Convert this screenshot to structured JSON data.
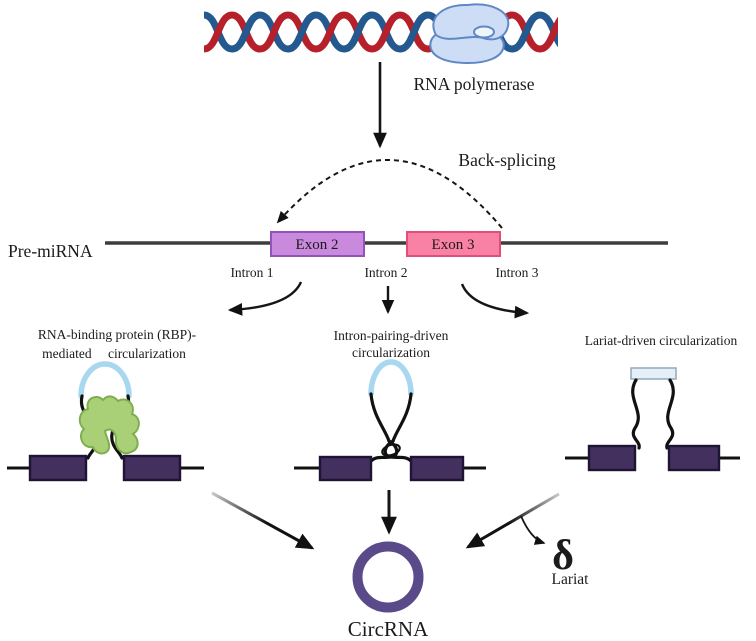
{
  "figure": {
    "top": {
      "rna_polymerase_label": "RNA polymerase"
    },
    "splicing": {
      "back_splicing_label": "Back-splicing",
      "pre_mirna_label": "Pre-miRNA",
      "exon2_label": "Exon 2",
      "exon3_label": "Exon 3",
      "intron1_label": "Intron 1",
      "intron2_label": "Intron 2",
      "intron3_label": "Intron 3"
    },
    "pathways": {
      "rbp": {
        "line1": "RNA-binding protein (RBP)-",
        "line2": "mediated circularization"
      },
      "intron_pairing": {
        "line1": "Intron-pairing-driven",
        "line2": "circularization"
      },
      "lariat_driven": {
        "label": "Lariat-driven circularization"
      }
    },
    "products": {
      "circrna_label": "CircRNA",
      "lariat_label": "Lariat"
    }
  },
  "icons": {
    "lariat_icon": "δ"
  },
  "colors": {
    "dna_red": "#b5202a",
    "dna_blue": "#24598f",
    "polymerase_fill": "#cdddf6",
    "polymerase_stroke": "#6188c6",
    "exon2_fill": "#c98ade",
    "exon2_stroke": "#9152bb",
    "exon3_fill": "#fa81a6",
    "exon3_stroke": "#df4f78",
    "exon_dark_fill": "#44305f",
    "exon_dark_stroke": "#1e1433",
    "rbp_protein_fill": "#a9d077",
    "rbp_protein_stroke": "#7fae4e",
    "intron_loop": "#a8d8ef",
    "lariat_bar_fill": "#e4eff8",
    "lariat_bar_stroke": "#93a9bb",
    "circrna_ring": "#5a4a8a",
    "lariat_glyph": "#6b3fa0",
    "gene_line": "#3d3d3d",
    "text": "#1b1b1b"
  }
}
